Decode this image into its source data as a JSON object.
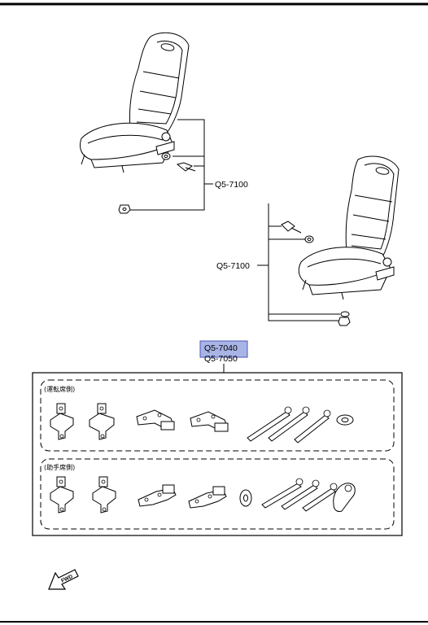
{
  "callouts": {
    "seat_top": "Q5-7100",
    "seat_right": "Q5-7100",
    "kit_primary": "Q5-7040",
    "kit_secondary": "Q5-7050"
  },
  "sections": {
    "driver": "(運転席側)",
    "passenger": "(助手席側)"
  },
  "fwd_label": "FWD",
  "colors": {
    "highlight_fill": "#a9b4e6",
    "highlight_border": "#4a56b8",
    "line": "#000000"
  }
}
